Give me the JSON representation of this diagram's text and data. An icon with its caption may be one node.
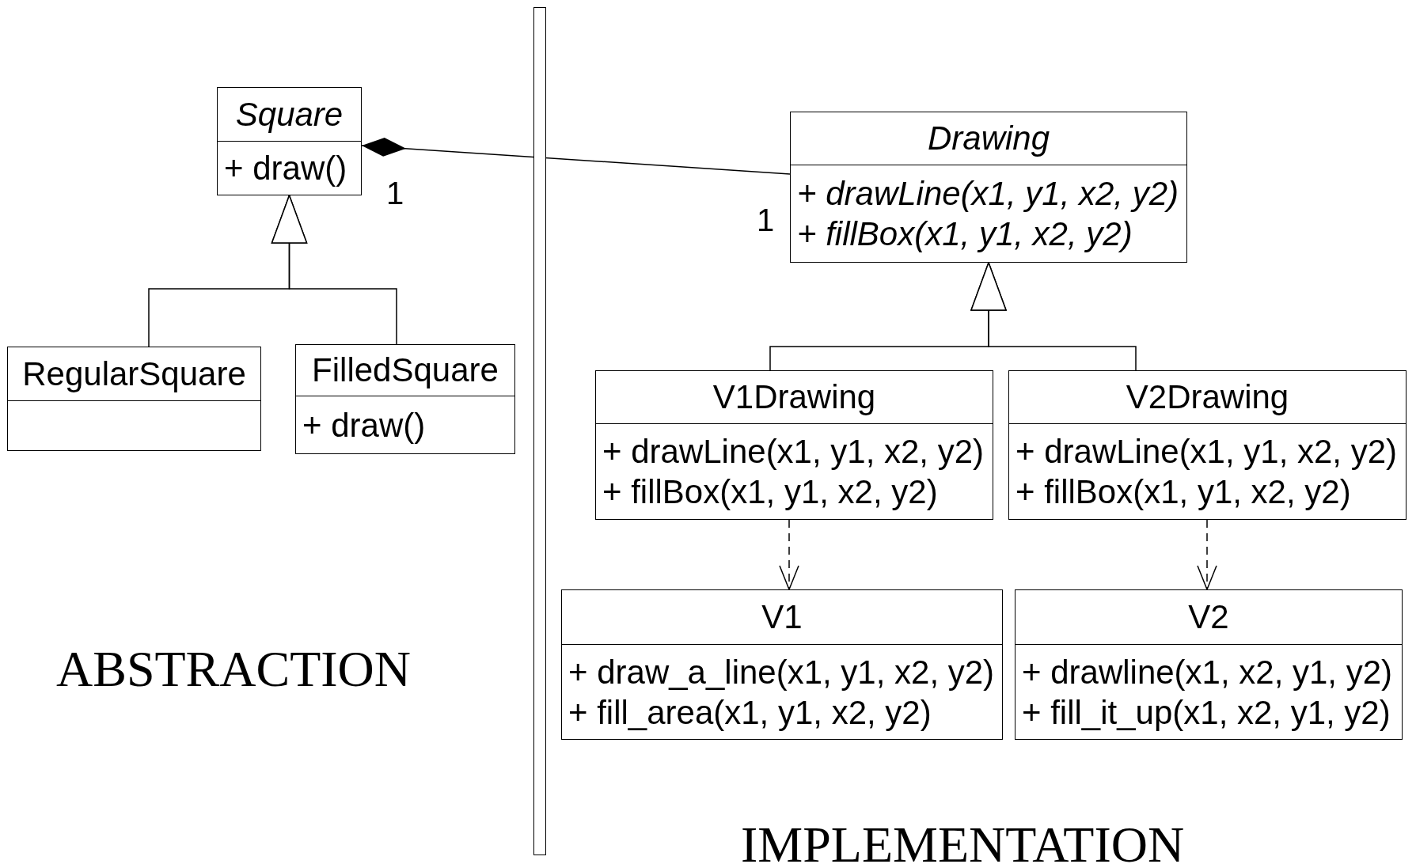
{
  "diagram": {
    "nodes": [
      {
        "text": [
          "Square",
          "+ draw()"
        ]
      },
      {
        "text": [
          "RegularSquare"
        ]
      },
      {
        "text": [
          "FilledSquare",
          "+ draw()"
        ]
      },
      {
        "text": [
          "Drawing",
          "+ drawLine(x1, y1, x2, y2)",
          "+ fillBox(x1, y1, x2, y2)"
        ]
      },
      {
        "text": [
          "V1Drawing",
          "+ drawLine(x1, y1, x2, y2)",
          "+ fillBox(x1, y1, x2, y2)"
        ]
      },
      {
        "text": [
          "V2Drawing",
          "+ drawLine(x1, y1, x2, y2)",
          "+ fillBox(x1, y1, x2, y2)"
        ]
      },
      {
        "text": [
          "V1",
          "+ draw_a_line(x1, y1, x2, y2)",
          "+ fill_area(x1, y1, x2, y2)"
        ]
      },
      {
        "text": [
          "V2",
          "+ drawline(x1, x2, y1, y2)",
          "+ fill_it_up(x1, x2, y1, y2)"
        ]
      },
      {
        "text": [],
        "shape": "bar"
      }
    ],
    "edges": [
      {
        "from": 0,
        "to": 3,
        "arrow": "other"
      },
      {
        "from": 1,
        "to": 0,
        "arrow": "to"
      },
      {
        "from": 2,
        "to": 0,
        "arrow": "to"
      },
      {
        "from": 4,
        "to": 3,
        "arrow": "to"
      },
      {
        "from": 5,
        "to": 3,
        "arrow": "to"
      },
      {
        "from": 4,
        "to": 6,
        "arrow": "to",
        "style": "dashed"
      },
      {
        "from": 5,
        "to": 7,
        "arrow": "to",
        "style": "dashed"
      }
    ],
    "labels": [
      "1",
      "1",
      "ABSTRACTION",
      "IMPLEMENTATION"
    ]
  }
}
